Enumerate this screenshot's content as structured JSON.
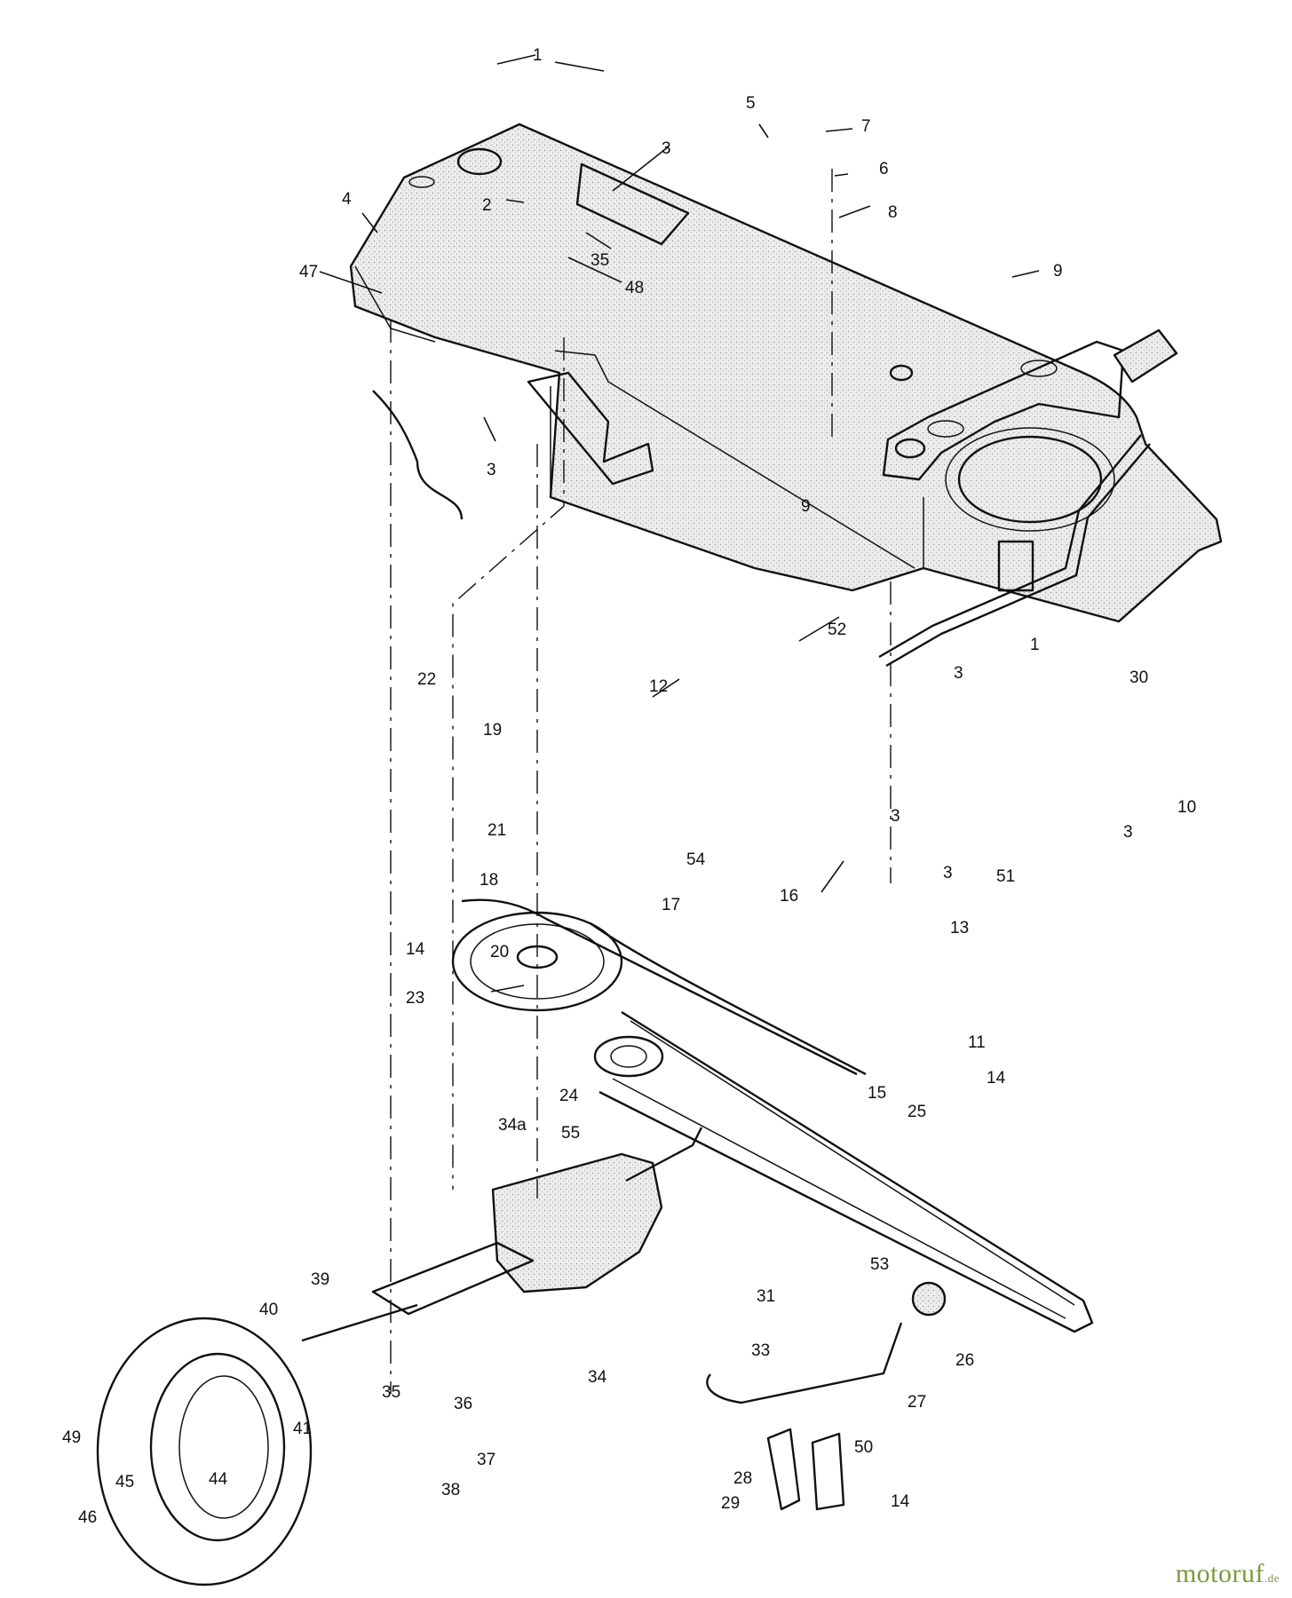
{
  "labels": [
    {
      "id": "1",
      "text": "1"
    },
    {
      "id": "2",
      "text": "2"
    },
    {
      "id": "3a",
      "text": "3"
    },
    {
      "id": "3b",
      "text": "3"
    },
    {
      "id": "3c",
      "text": "3"
    },
    {
      "id": "3d",
      "text": "3"
    },
    {
      "id": "3e",
      "text": "3"
    },
    {
      "id": "3f",
      "text": "3"
    },
    {
      "id": "4",
      "text": "4"
    },
    {
      "id": "5",
      "text": "5"
    },
    {
      "id": "6",
      "text": "6"
    },
    {
      "id": "7",
      "text": "7"
    },
    {
      "id": "8",
      "text": "8"
    },
    {
      "id": "9a",
      "text": "9"
    },
    {
      "id": "9b",
      "text": "9"
    },
    {
      "id": "10",
      "text": "10"
    },
    {
      "id": "1b",
      "text": "1"
    },
    {
      "id": "11",
      "text": "11"
    },
    {
      "id": "12",
      "text": "12"
    },
    {
      "id": "13",
      "text": "13"
    },
    {
      "id": "14a",
      "text": "14"
    },
    {
      "id": "14b",
      "text": "14"
    },
    {
      "id": "14c",
      "text": "14"
    },
    {
      "id": "15",
      "text": "15"
    },
    {
      "id": "16",
      "text": "16"
    },
    {
      "id": "17",
      "text": "17"
    },
    {
      "id": "18",
      "text": "18"
    },
    {
      "id": "19",
      "text": "19"
    },
    {
      "id": "20",
      "text": "20"
    },
    {
      "id": "21",
      "text": "21"
    },
    {
      "id": "22",
      "text": "22"
    },
    {
      "id": "23",
      "text": "23"
    },
    {
      "id": "24",
      "text": "24"
    },
    {
      "id": "25",
      "text": "25"
    },
    {
      "id": "26",
      "text": "26"
    },
    {
      "id": "27",
      "text": "27"
    },
    {
      "id": "28",
      "text": "28"
    },
    {
      "id": "29",
      "text": "29"
    },
    {
      "id": "30",
      "text": "30"
    },
    {
      "id": "31",
      "text": "31"
    },
    {
      "id": "33",
      "text": "33"
    },
    {
      "id": "34",
      "text": "34"
    },
    {
      "id": "34a",
      "text": "34a"
    },
    {
      "id": "35a",
      "text": "35"
    },
    {
      "id": "35b",
      "text": "35"
    },
    {
      "id": "36",
      "text": "36"
    },
    {
      "id": "37",
      "text": "37"
    },
    {
      "id": "38",
      "text": "38"
    },
    {
      "id": "39",
      "text": "39"
    },
    {
      "id": "40",
      "text": "40"
    },
    {
      "id": "41",
      "text": "41"
    },
    {
      "id": "44",
      "text": "44"
    },
    {
      "id": "45",
      "text": "45"
    },
    {
      "id": "46",
      "text": "46"
    },
    {
      "id": "47",
      "text": "47"
    },
    {
      "id": "48",
      "text": "48"
    },
    {
      "id": "49",
      "text": "49"
    },
    {
      "id": "50",
      "text": "50"
    },
    {
      "id": "51",
      "text": "51"
    },
    {
      "id": "52",
      "text": "52"
    },
    {
      "id": "53",
      "text": "53"
    },
    {
      "id": "54",
      "text": "54"
    },
    {
      "id": "55",
      "text": "55"
    }
  ],
  "watermark": {
    "brand": "motoruf",
    "suffix": ".de",
    "color": "#7a9a3a"
  }
}
